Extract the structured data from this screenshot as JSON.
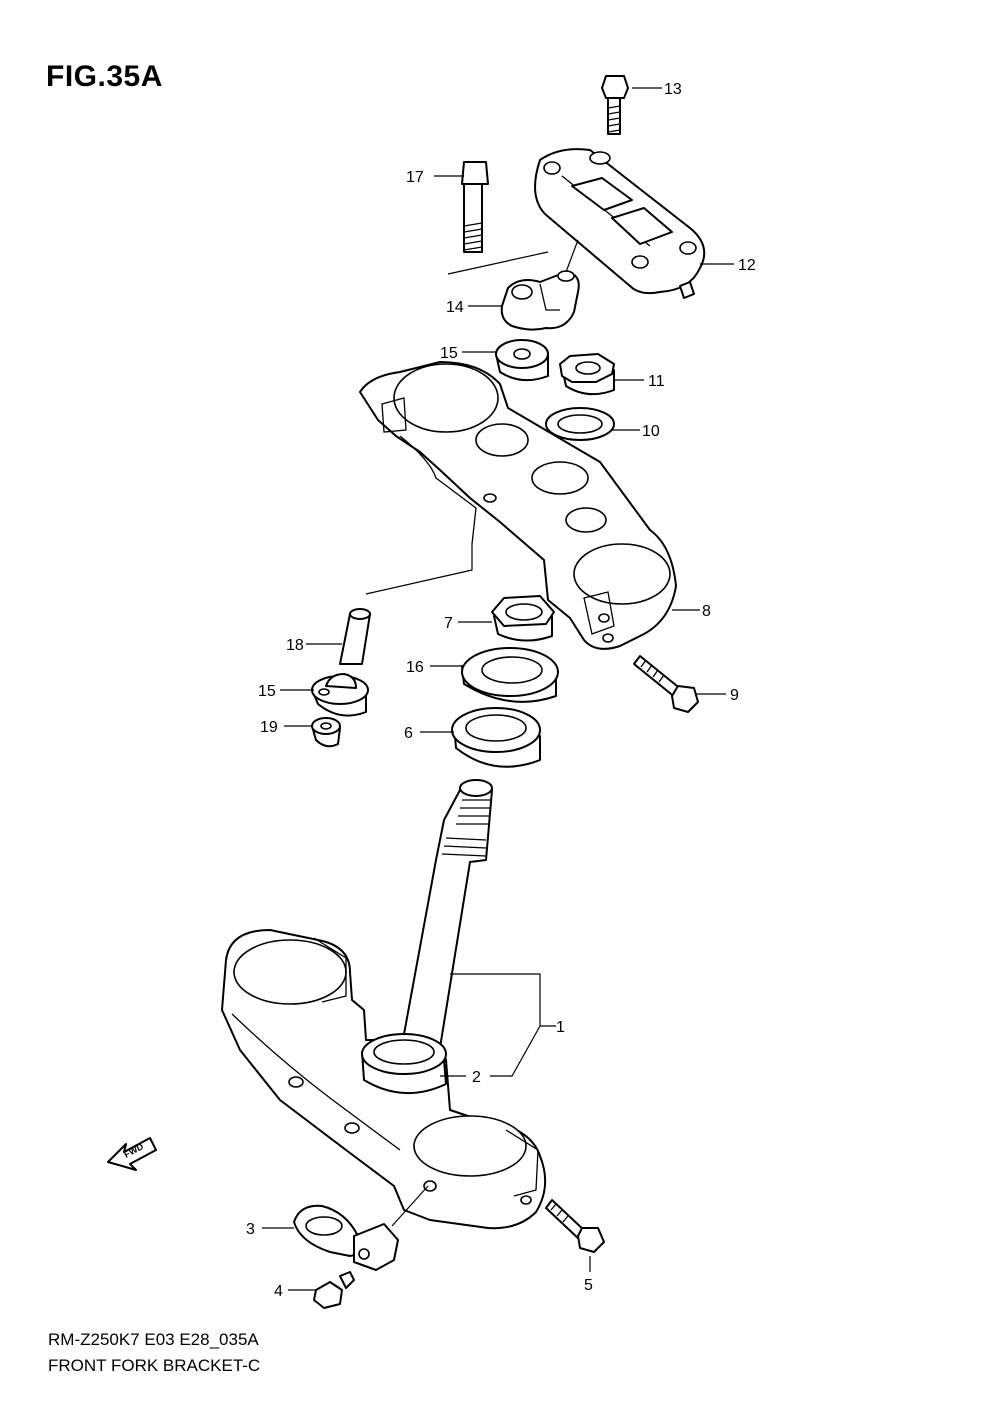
{
  "figure": {
    "title": "FIG.35A",
    "code": "RM-Z250K7 E03 E28_035A",
    "name": "FRONT FORK BRACKET-C"
  },
  "fwd_label": "FWD",
  "callouts": [
    "1",
    "2",
    "3",
    "4",
    "5",
    "6",
    "7",
    "8",
    "9",
    "10",
    "11",
    "12",
    "13",
    "14",
    "15",
    "15",
    "16",
    "17",
    "18",
    "19"
  ]
}
